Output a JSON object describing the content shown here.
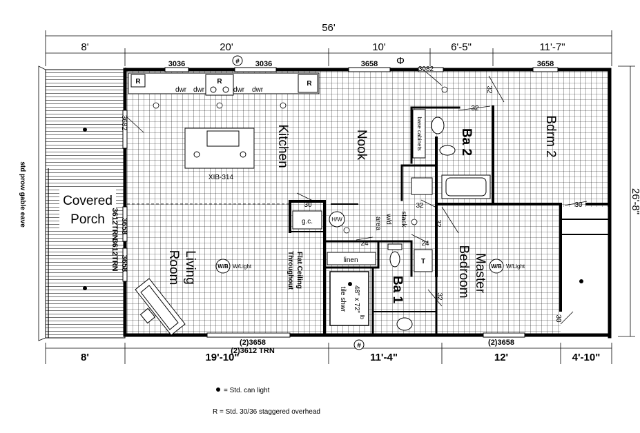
{
  "plan": {
    "overall_width": "56'",
    "top_dimensions": [
      "8'",
      "20'",
      "10'",
      "6'-5\"",
      "11'-7\""
    ],
    "bottom_dimensions": [
      "8'",
      "19'-10\"",
      "11'-4\"",
      "12'",
      "4'-10\""
    ],
    "side_dimension": "26'-8\"",
    "porch_side_note": "std prow gable eave",
    "windows_top": [
      "3036",
      "3036",
      "3658",
      "3082",
      "3658"
    ],
    "window_left_upper": "3682",
    "windows_porch_wall": [
      "3612TRN",
      "3658",
      "3612TRN",
      "3658"
    ],
    "windows_bottom": [
      "(2)3658",
      "(2)3612 TRN",
      "(2)3658"
    ],
    "rooms": {
      "covered_porch": [
        "Covered",
        "Porch"
      ],
      "kitchen": "Kitchen",
      "nook": "Nook",
      "bdrm2": "Bdrm 2",
      "ba2": "Ba 2",
      "living_room": [
        "Living",
        "Room"
      ],
      "master_bedroom": [
        "Master",
        "Bedroom"
      ],
      "ba1": "Ba 1"
    },
    "labels": {
      "island": "XIB-314",
      "dwr": "dwr",
      "range": "R",
      "refrigerator": "R",
      "flat_ceiling": [
        "Flat Ceiling",
        "Throughout"
      ],
      "wb_symbol": "W/B",
      "wb_light": "W/Light",
      "gc": "g.c.",
      "hw": "H/W",
      "area": "area",
      "wd": "w/d",
      "stack": "stack",
      "linen": "linen",
      "shower": [
        "48\" x 72\"",
        "tile shwr"
      ],
      "lb": "lb",
      "base_cabinets": "base cabinets",
      "t_symbol": "T",
      "hash_symbol": "#",
      "phi_symbol": "Φ",
      "door_24": "24",
      "door_30": "30",
      "door_32": "32"
    },
    "legend": {
      "can_light": "= Std. can light",
      "overhead": "R = Std. 30/36 staggered overhead"
    }
  }
}
